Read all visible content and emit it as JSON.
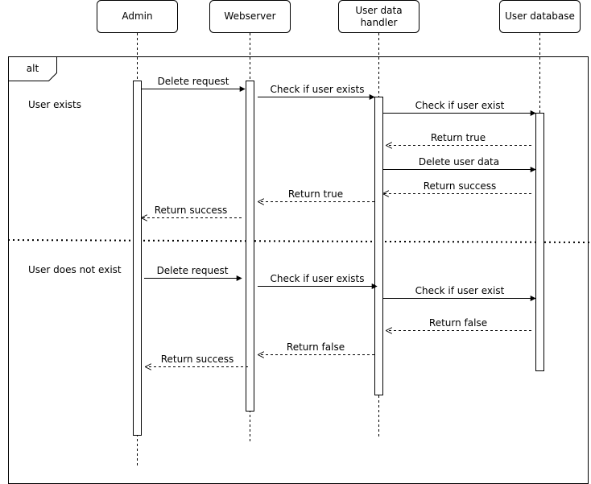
{
  "participants": [
    {
      "id": "admin",
      "label": [
        "Admin"
      ]
    },
    {
      "id": "webserver",
      "label": [
        "Webserver"
      ]
    },
    {
      "id": "handler",
      "label": [
        "User data",
        "handler"
      ]
    },
    {
      "id": "database",
      "label": [
        "User database"
      ]
    }
  ],
  "fragment": {
    "operator": "alt",
    "conditions": [
      "User exists",
      "User does not exist"
    ]
  },
  "messages": [
    {
      "from": "admin",
      "to": "webserver",
      "label": "Delete request",
      "kind": "sync"
    },
    {
      "from": "webserver",
      "to": "handler",
      "label": "Check if user exists",
      "kind": "sync"
    },
    {
      "from": "handler",
      "to": "database",
      "label": "Check if user exist",
      "kind": "sync"
    },
    {
      "from": "database",
      "to": "handler",
      "label": "Return true",
      "kind": "return"
    },
    {
      "from": "handler",
      "to": "database",
      "label": "Delete user data",
      "kind": "sync"
    },
    {
      "from": "database",
      "to": "handler",
      "label": "Return success",
      "kind": "return"
    },
    {
      "from": "handler",
      "to": "webserver",
      "label": "Return true",
      "kind": "return"
    },
    {
      "from": "webserver",
      "to": "admin",
      "label": "Return success",
      "kind": "return"
    },
    {
      "from": "admin",
      "to": "webserver",
      "label": "Delete request",
      "kind": "sync"
    },
    {
      "from": "webserver",
      "to": "handler",
      "label": "Check if user exists",
      "kind": "sync"
    },
    {
      "from": "handler",
      "to": "database",
      "label": "Check if user exist",
      "kind": "sync"
    },
    {
      "from": "database",
      "to": "handler",
      "label": "Return false",
      "kind": "return"
    },
    {
      "from": "handler",
      "to": "webserver",
      "label": "Return false",
      "kind": "return"
    },
    {
      "from": "webserver",
      "to": "admin",
      "label": "Return success",
      "kind": "return"
    }
  ],
  "colors": {
    "stroke": "#000000",
    "fill": "#ffffff"
  }
}
